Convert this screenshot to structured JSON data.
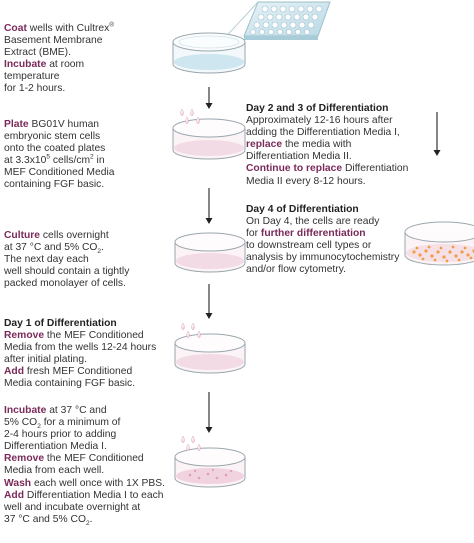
{
  "steps": {
    "coat": {
      "lines": [
        {
          "hl": "Coat",
          "rest": " wells with Cultrex",
          "sup": "®"
        },
        {
          "text": "Basement Membrane"
        },
        {
          "text": "Extract (BME)."
        },
        {
          "hl": "Incubate",
          "rest": " at room"
        },
        {
          "text": "temperature"
        },
        {
          "text": "for 1-2 hours."
        }
      ]
    },
    "plate": {
      "lines": [
        {
          "hl": "Plate",
          "rest": " BG01V human"
        },
        {
          "text": "embryonic stem cells"
        },
        {
          "text": "onto the coated plates"
        },
        {
          "pre": "at 3.3x10",
          "sup": "5",
          "mid": " cells/cm",
          "sup2": "2",
          "post": " in"
        },
        {
          "text": "MEF Conditioned Media"
        },
        {
          "text": "containing FGF basic."
        }
      ]
    },
    "culture": {
      "lines": [
        {
          "hl": "Culture",
          "rest": " cells overnight"
        },
        {
          "pre": "at 37 °C and 5% CO",
          "sub": "2",
          "post": "."
        },
        {
          "text": "The next day each"
        },
        {
          "text": "well should contain a tightly"
        },
        {
          "text": "packed monolayer of cells."
        }
      ]
    },
    "day1": {
      "heading": "Day 1 of Differentiation",
      "lines": [
        {
          "hl": "Remove",
          "rest": " the MEF Conditioned"
        },
        {
          "text": "Media from the wells 12-24 hours"
        },
        {
          "text": "after initial plating."
        },
        {
          "hl": "Add",
          "rest": " fresh MEF Conditioned"
        },
        {
          "text": "Media containing FGF basic."
        }
      ]
    },
    "incubate": {
      "lines": [
        {
          "hl": "Incubate",
          "rest": " at 37 °C and"
        },
        {
          "pre": "5% CO",
          "sub": "2",
          "post": " for a minimum of"
        },
        {
          "text": "2-4 hours prior to adding"
        },
        {
          "text": "Differentiation Media I."
        },
        {
          "hl": "Remove",
          "rest": " the MEF Conditioned"
        },
        {
          "text": "Media from each well."
        },
        {
          "hl": "Wash",
          "rest": " each well once with 1X PBS."
        },
        {
          "hl": "Add",
          "rest": " Differentiation Media I to each"
        },
        {
          "text": "well and incubate overnight at"
        },
        {
          "pre": "37 °C and 5% CO",
          "sub": "2",
          "post": "."
        }
      ]
    },
    "day23": {
      "heading": "Day 2 and 3 of Differentiation",
      "lines": [
        {
          "text": "Approximately 12-16 hours after"
        },
        {
          "text": "adding the Differentiation Media I,"
        },
        {
          "hl": "replace",
          "rest": " the media with"
        },
        {
          "text": "Differentiation Media II."
        },
        {
          "hl": "Continue to replace",
          "rest": " Differentiation"
        },
        {
          "text": "Media II every 8-12 hours."
        }
      ]
    },
    "day4": {
      "heading": "Day 4 of Differentiation",
      "lines": [
        {
          "text": "On Day 4, the cells are ready"
        },
        {
          "pre": "for ",
          "hl": "further differentiation"
        },
        {
          "text": "to downstream cell types or"
        },
        {
          "text": "analysis by immunocytochemistry"
        },
        {
          "text": "and/or flow cytometry."
        }
      ]
    }
  },
  "colors": {
    "highlight": "#7a2a59",
    "text": "#333333",
    "dish_outline": "#9aa7ad",
    "media_pink": "#f3dbe6",
    "media_blue": "#cde6ef",
    "cells_orange": "#f29b48",
    "arrow": "#222222"
  },
  "icons": [
    "well-plate-icon",
    "petri-dish-icon",
    "pipette-drops-icon",
    "down-arrow-icon"
  ]
}
